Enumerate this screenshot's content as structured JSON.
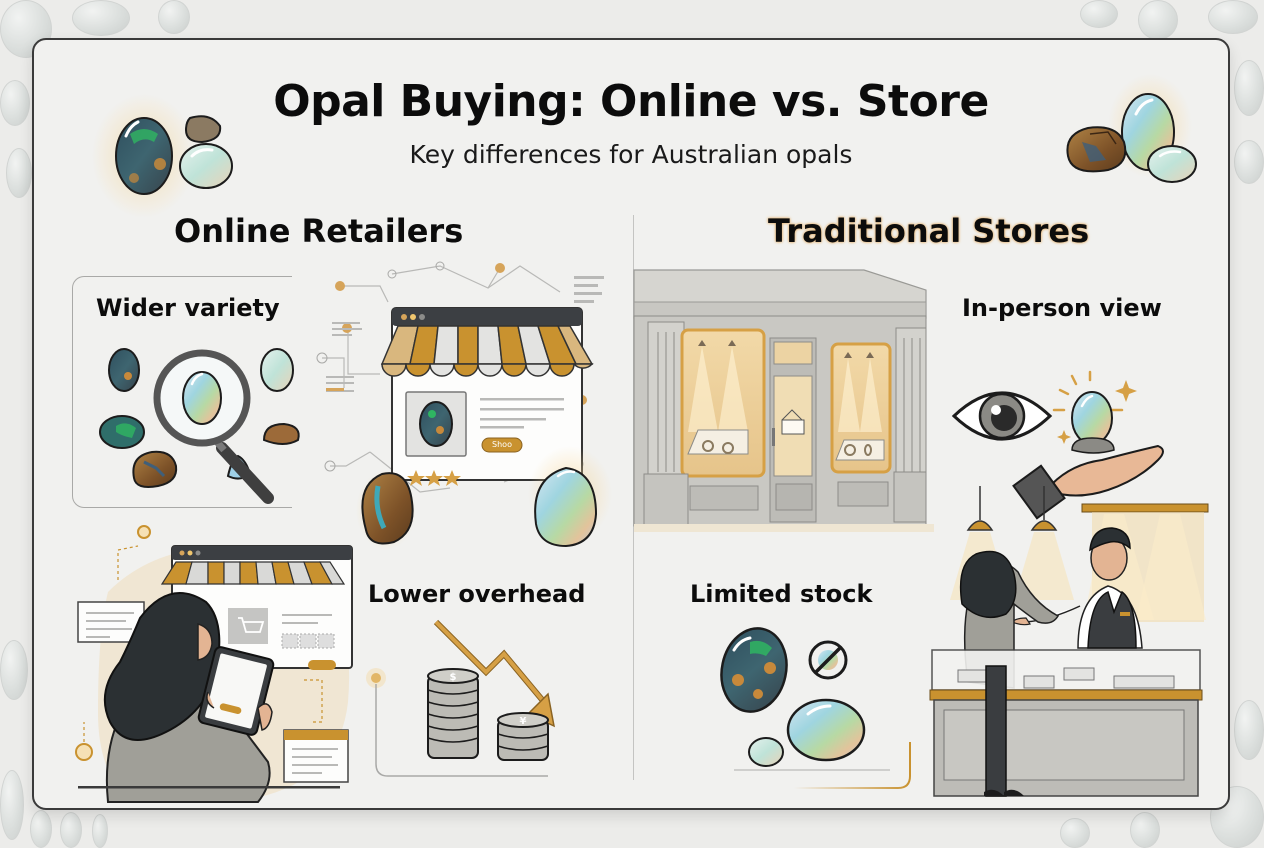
{
  "header": {
    "title": "Opal Buying: Online vs. Store",
    "subtitle": "Key differences for Australian opals"
  },
  "columns": [
    {
      "heading": "Online Retailers",
      "features": [
        {
          "label": "Wider variety",
          "icon": "magnifier-opals-icon"
        },
        {
          "label": "Lower overhead",
          "icon": "coins-down-arrow-icon"
        }
      ],
      "illustrations": {
        "web_storefront": {
          "button_label": "Shoo",
          "rating_stars": 3
        },
        "shopper_with_tablet": {
          "icon": "shopper-tablet-illustration"
        }
      }
    },
    {
      "heading": "Traditional Stores",
      "features": [
        {
          "label": "In-person view",
          "icon": "eye-hand-opal-icon"
        },
        {
          "label": "Limited stock",
          "icon": "limited-opals-icon"
        }
      ],
      "illustrations": {
        "storefront": {
          "icon": "shop-front-illustration"
        },
        "jeweler_counter": {
          "icon": "jeweler-counter-illustration"
        }
      }
    }
  ],
  "colors": {
    "accent_gold": "#c9922f",
    "ink": "#0c0c0c",
    "card_bg": "#f1f1ef",
    "page_bg": "#ececea",
    "opal_dark": "#3d5866",
    "opal_boulder": "#8a5a2b"
  }
}
